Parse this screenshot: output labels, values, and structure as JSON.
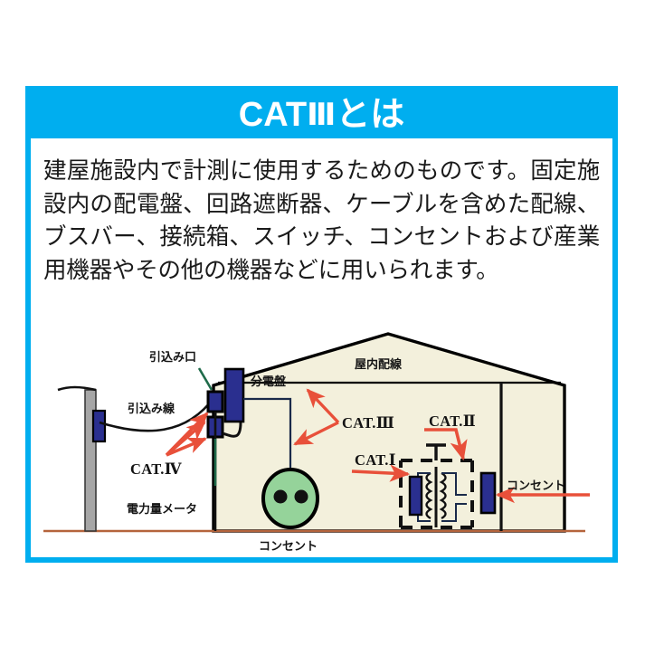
{
  "card": {
    "accent_color": "#00AEEF",
    "title_prefix": "CAT",
    "title_roman": "Ⅲ",
    "title_suffix": "とは",
    "title_full": "CATⅢとは",
    "description": "建屋施設内で計測に使用するためのものです。固定施設内の配電盤、回路遮断器、ケーブルを含めた配線、ブスバー、接続箱、スイッチ、コンセントおよび産業用機器やその他の機器などに用いられます。"
  },
  "diagram": {
    "colors": {
      "house_fill": "#F3F0DC",
      "device_blue": "#2A2F8F",
      "outlet_green": "#95D39A",
      "arrow_red": "#E8503A",
      "leader_green": "#1F6B4A",
      "pole_gray": "#A6A6A6",
      "ground_line": "#B5643C",
      "outline": "#000000"
    },
    "labels": {
      "service_entrance": "引込み口",
      "service_drop": "引込み線",
      "cat4": "CAT.Ⅳ",
      "watt_hour_meter": "電力量メータ",
      "distribution_board": "分電盤",
      "indoor_wiring": "屋内配線",
      "cat3": "CAT.Ⅲ",
      "cat2": "CAT.Ⅱ",
      "cat1": "CAT.Ⅰ",
      "outlet_bottom": "コンセント",
      "outlet_right": "コンセント"
    }
  }
}
